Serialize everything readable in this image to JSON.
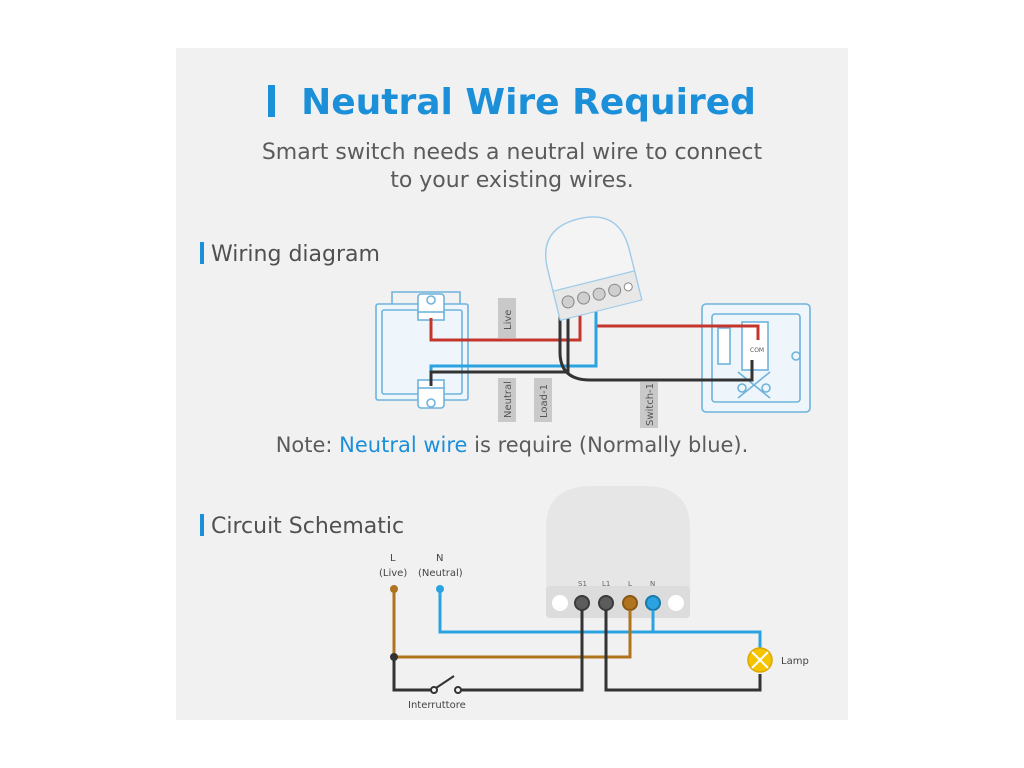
{
  "title": "Neutral Wire Required",
  "subtitle_line1": "Smart switch needs a neutral wire to connect",
  "subtitle_line2": "to your existing wires.",
  "wiring_section": "Wiring diagram",
  "wiring_labels": {
    "live": "Live",
    "neutral": "Neutral",
    "load": "Load-1",
    "switch": "Switch-1",
    "com": "COM"
  },
  "module_terminals": [
    "S1",
    "L1",
    "L",
    "N"
  ],
  "note": {
    "prefix": "Note: ",
    "highlight": "Neutral wire",
    "suffix": " is require (Normally blue)."
  },
  "schematic_section": "Circuit Schematic",
  "schematic_labels": {
    "l": "L",
    "l_desc": "(Live)",
    "n": "N",
    "n_desc": "(Neutral)",
    "lamp": "Lamp",
    "switch": "Interruttore"
  },
  "colors": {
    "accent": "#1c8fd9",
    "live_wire": "#c4352c",
    "brown_wire": "#b0741e",
    "blue_wire": "#2aa3e0",
    "black_wire": "#333333",
    "lamp": "#f5c400"
  }
}
